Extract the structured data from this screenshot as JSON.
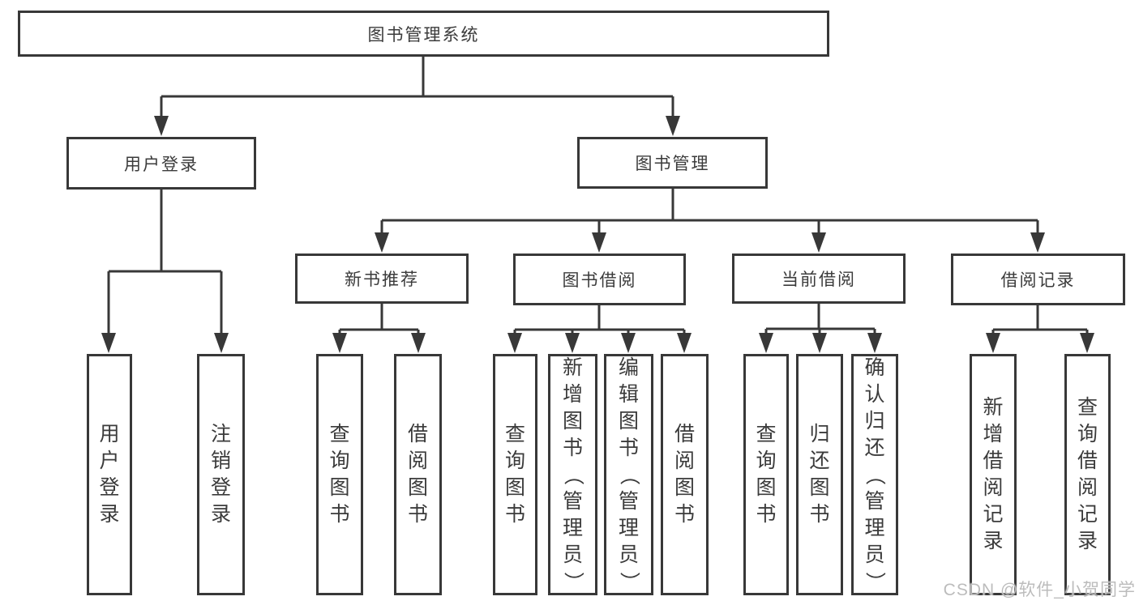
{
  "tree": {
    "root": {
      "label": "图书管理系统",
      "children": [
        {
          "label": "用户登录",
          "children": [
            {
              "label": "用户登录"
            },
            {
              "label": "注销登录"
            }
          ]
        },
        {
          "label": "图书管理",
          "children": [
            {
              "label": "新书推荐",
              "children": [
                {
                  "label": "查询图书"
                },
                {
                  "label": "借阅图书"
                }
              ]
            },
            {
              "label": "图书借阅",
              "children": [
                {
                  "label": "查询图书"
                },
                {
                  "label": "新增图书（管理员）"
                },
                {
                  "label": "编辑图书（管理员）"
                },
                {
                  "label": "借阅图书"
                }
              ]
            },
            {
              "label": "当前借阅",
              "children": [
                {
                  "label": "查询图书"
                },
                {
                  "label": "归还图书"
                },
                {
                  "label": "确认归还（管理员）"
                }
              ]
            },
            {
              "label": "借阅记录",
              "children": [
                {
                  "label": "新增借阅记录"
                },
                {
                  "label": "查询借阅记录"
                }
              ]
            }
          ]
        }
      ]
    }
  },
  "watermark": {
    "text": "CSDN @软件_小贺同学"
  },
  "colors": {
    "line": "#383838",
    "text": "#3b3b3b",
    "background": "#ffffff",
    "watermark": "#bcbcbc"
  }
}
